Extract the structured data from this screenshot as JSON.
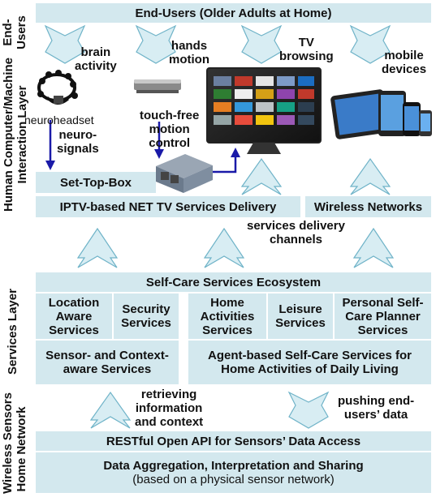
{
  "side_labels": {
    "end_users": [
      "End-",
      "Users"
    ],
    "hci": [
      "Human Computer/Machine",
      "Interaction Layer"
    ],
    "services": "Services Layer",
    "wsn": [
      "Wireless Sensors",
      "Home Network"
    ]
  },
  "top_bar": "End-Users (Older Adults at Home)",
  "modalities": {
    "brain": [
      "brain",
      "activity"
    ],
    "hands": [
      "hands",
      "motion"
    ],
    "tv": [
      "TV",
      "browsing"
    ],
    "mobile": [
      "mobile",
      "devices"
    ]
  },
  "devices": {
    "neuroheadset": "neuroheadset",
    "neuro_signals": [
      "neuro-",
      "signals"
    ],
    "touch_free": [
      "touch-free",
      "motion",
      "control"
    ]
  },
  "hci_boxes": {
    "set_top_box": "Set-Top-Box",
    "iptv": "IPTV-based NET TV Services Delivery",
    "wireless": "Wireless Networks"
  },
  "services_delivery": [
    "services delivery",
    "channels"
  ],
  "services": {
    "ecosystem": "Self-Care Services Ecosystem",
    "location": [
      "Location",
      "Aware",
      "Services"
    ],
    "security": [
      "Security",
      "Services"
    ],
    "home_activities": [
      "Home",
      "Activities",
      "Services"
    ],
    "leisure": [
      "Leisure",
      "Services"
    ],
    "planner": [
      "Personal Self-",
      "Care Planner",
      "Services"
    ],
    "sensor_context": [
      "Sensor- and Context-",
      "aware Services"
    ],
    "agent_based": [
      "Agent-based Self-Care Services for",
      "Home Activities of Daily Living"
    ]
  },
  "retrieving": [
    "retrieving",
    "information",
    "and context"
  ],
  "pushing": [
    "pushing end-",
    "users’ data"
  ],
  "wsn_boxes": {
    "restful": "RESTful Open API for Sensors’ Data Access",
    "aggregation": "Data Aggregation, Interpretation and Sharing",
    "aggregation_note": "(based on a physical sensor network)"
  },
  "colors": {
    "box_fill": "#d3e8ee",
    "arrow_fill": "#d8edf3",
    "arrow_stroke": "#6fb3c8",
    "blue_arrow": "#1a1aa8"
  }
}
